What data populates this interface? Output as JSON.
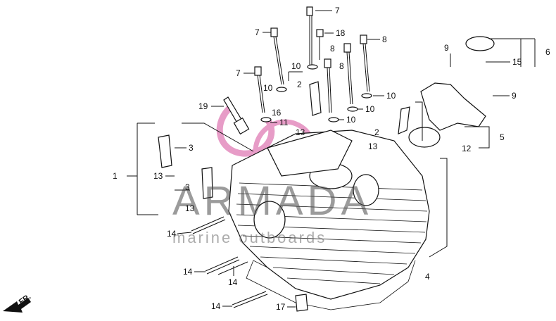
{
  "diagram": {
    "callouts": {
      "c1": "1",
      "c2a": "2",
      "c2b": "2",
      "c3a": "3",
      "c3b": "3",
      "c4": "4",
      "c5": "5",
      "c6": "6",
      "c7a": "7",
      "c7b": "7",
      "c7c": "7",
      "c8a": "8",
      "c8b": "8",
      "c8c": "8",
      "c9a": "9",
      "c9b": "9",
      "c10a": "10",
      "c10b": "10",
      "c10c": "10",
      "c10d": "10",
      "c10e": "10",
      "c11": "11",
      "c12": "12",
      "c13a": "13",
      "c13b": "13",
      "c13c": "13",
      "c13d": "13",
      "c14a": "14",
      "c14b": "14",
      "c14c": "14",
      "c14d": "14",
      "c15": "15",
      "c16": "16",
      "c17": "17",
      "c18": "18",
      "c19": "19"
    },
    "front_marker": "FR.",
    "watermark": {
      "brand": "ARMADA",
      "tagline": "marine outboards",
      "logo_color": "#e07bb5"
    }
  }
}
